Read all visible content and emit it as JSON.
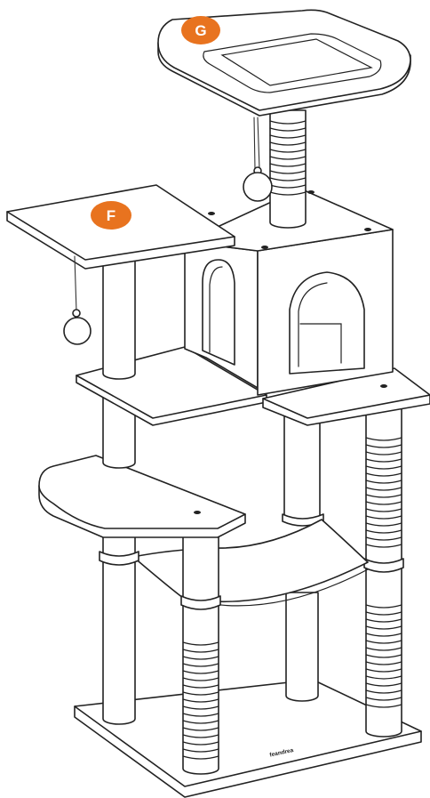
{
  "labels": {
    "top_perch": "G",
    "side_platform": "F"
  },
  "brand": "feandrea",
  "colors": {
    "badge": "#e8731f",
    "line": "#222222",
    "fill": "#ffffff"
  }
}
